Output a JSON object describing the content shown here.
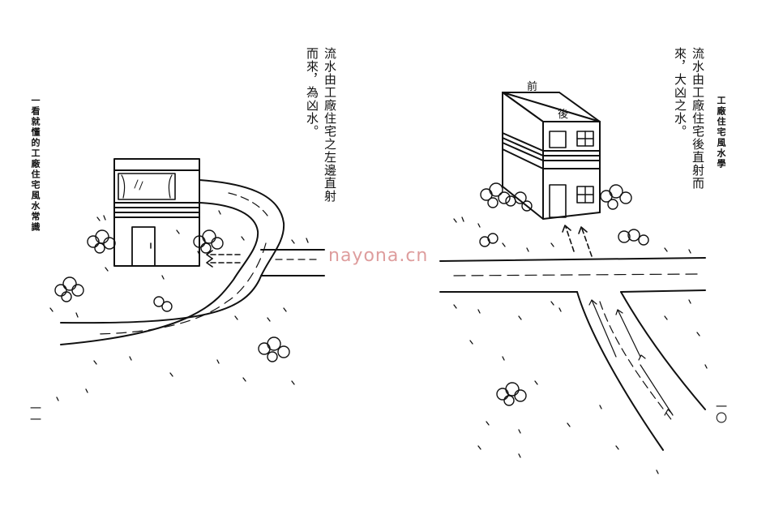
{
  "left_page": {
    "side_title": "一看就懂的工廠住宅風水常識",
    "caption_col1": "流水由工廠住宅之左邊直射",
    "caption_col2": "而來，為凶水。",
    "page_number": "一一"
  },
  "right_page": {
    "side_title": "工廠住宅風水學",
    "caption_col1": "流水由工廠住宅後直射而",
    "caption_col2": "來，大凶之水。",
    "page_number": "一〇",
    "label_front": "前",
    "label_back": "後"
  },
  "watermark": "nayona.cn"
}
